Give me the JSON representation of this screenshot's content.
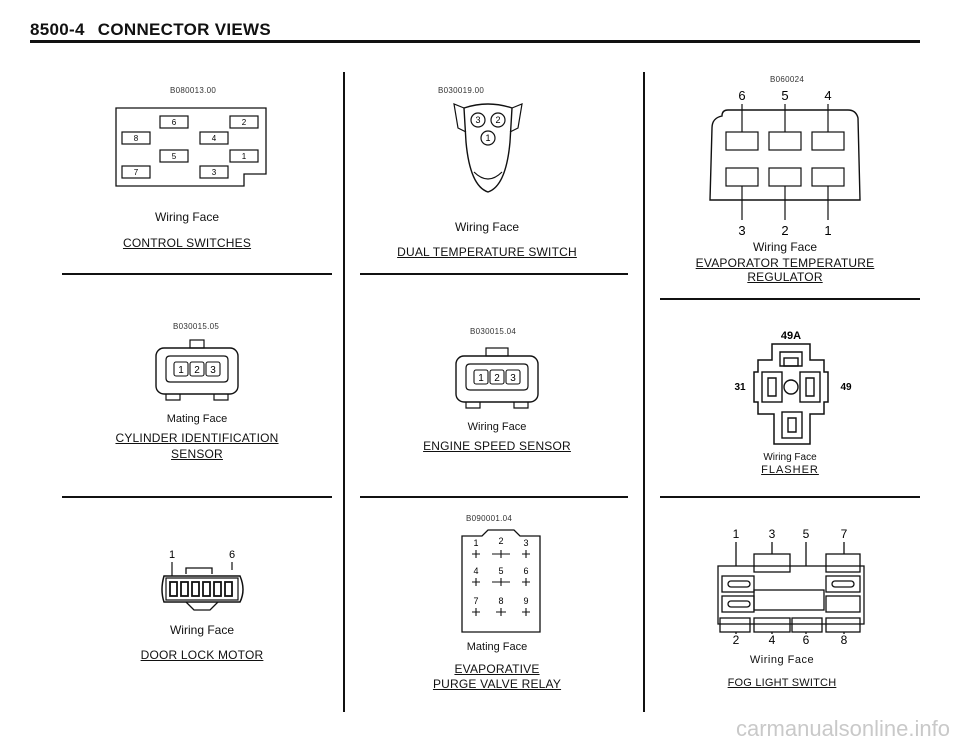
{
  "header": {
    "page_number": "8500-4",
    "title": "CONNECTOR VIEWS"
  },
  "connectors": [
    {
      "code": "B080013.00",
      "face": "Wiring Face",
      "title": "CONTROL SWITCHES",
      "pins": [
        "6",
        "2",
        "8",
        "4",
        "5",
        "1",
        "7",
        "3"
      ]
    },
    {
      "code": "B030019.00",
      "face": "Wiring Face",
      "title": "DUAL TEMPERATURE SWITCH",
      "pins": [
        "3",
        "2",
        "1"
      ]
    },
    {
      "code": "B060024",
      "face": "Wiring Face",
      "title_line1": "EVAPORATOR TEMPERATURE",
      "title_line2": "REGULATOR",
      "pins": [
        "6",
        "5",
        "4",
        "3",
        "2",
        "1"
      ]
    },
    {
      "code": "B030015.05",
      "face": "Mating Face",
      "title_line1": "CYLINDER IDENTIFICATION",
      "title_line2": "SENSOR",
      "pins": [
        "1",
        "2",
        "3"
      ]
    },
    {
      "code": "B030015.04",
      "face": "Wiring Face",
      "title": "ENGINE SPEED SENSOR",
      "pins": [
        "1",
        "2",
        "3"
      ]
    },
    {
      "face": "Wiring Face",
      "title": "FLASHER",
      "pins": [
        "49A",
        "31",
        "49"
      ]
    },
    {
      "face": "Wiring Face",
      "title": "DOOR LOCK MOTOR",
      "pins": [
        "1",
        "6"
      ]
    },
    {
      "code": "B090001.04",
      "face": "Mating Face",
      "title_line1": "EVAPORATIVE",
      "title_line2": "PURGE VALVE RELAY",
      "pins": [
        "1",
        "2",
        "3",
        "4",
        "5",
        "6",
        "7",
        "8",
        "9"
      ]
    },
    {
      "face": "Wiring Face",
      "title": "FOG LIGHT SWITCH",
      "pins": [
        "1",
        "3",
        "5",
        "7",
        "2",
        "4",
        "6",
        "8"
      ]
    }
  ],
  "watermark": "carmanualsonline.info"
}
